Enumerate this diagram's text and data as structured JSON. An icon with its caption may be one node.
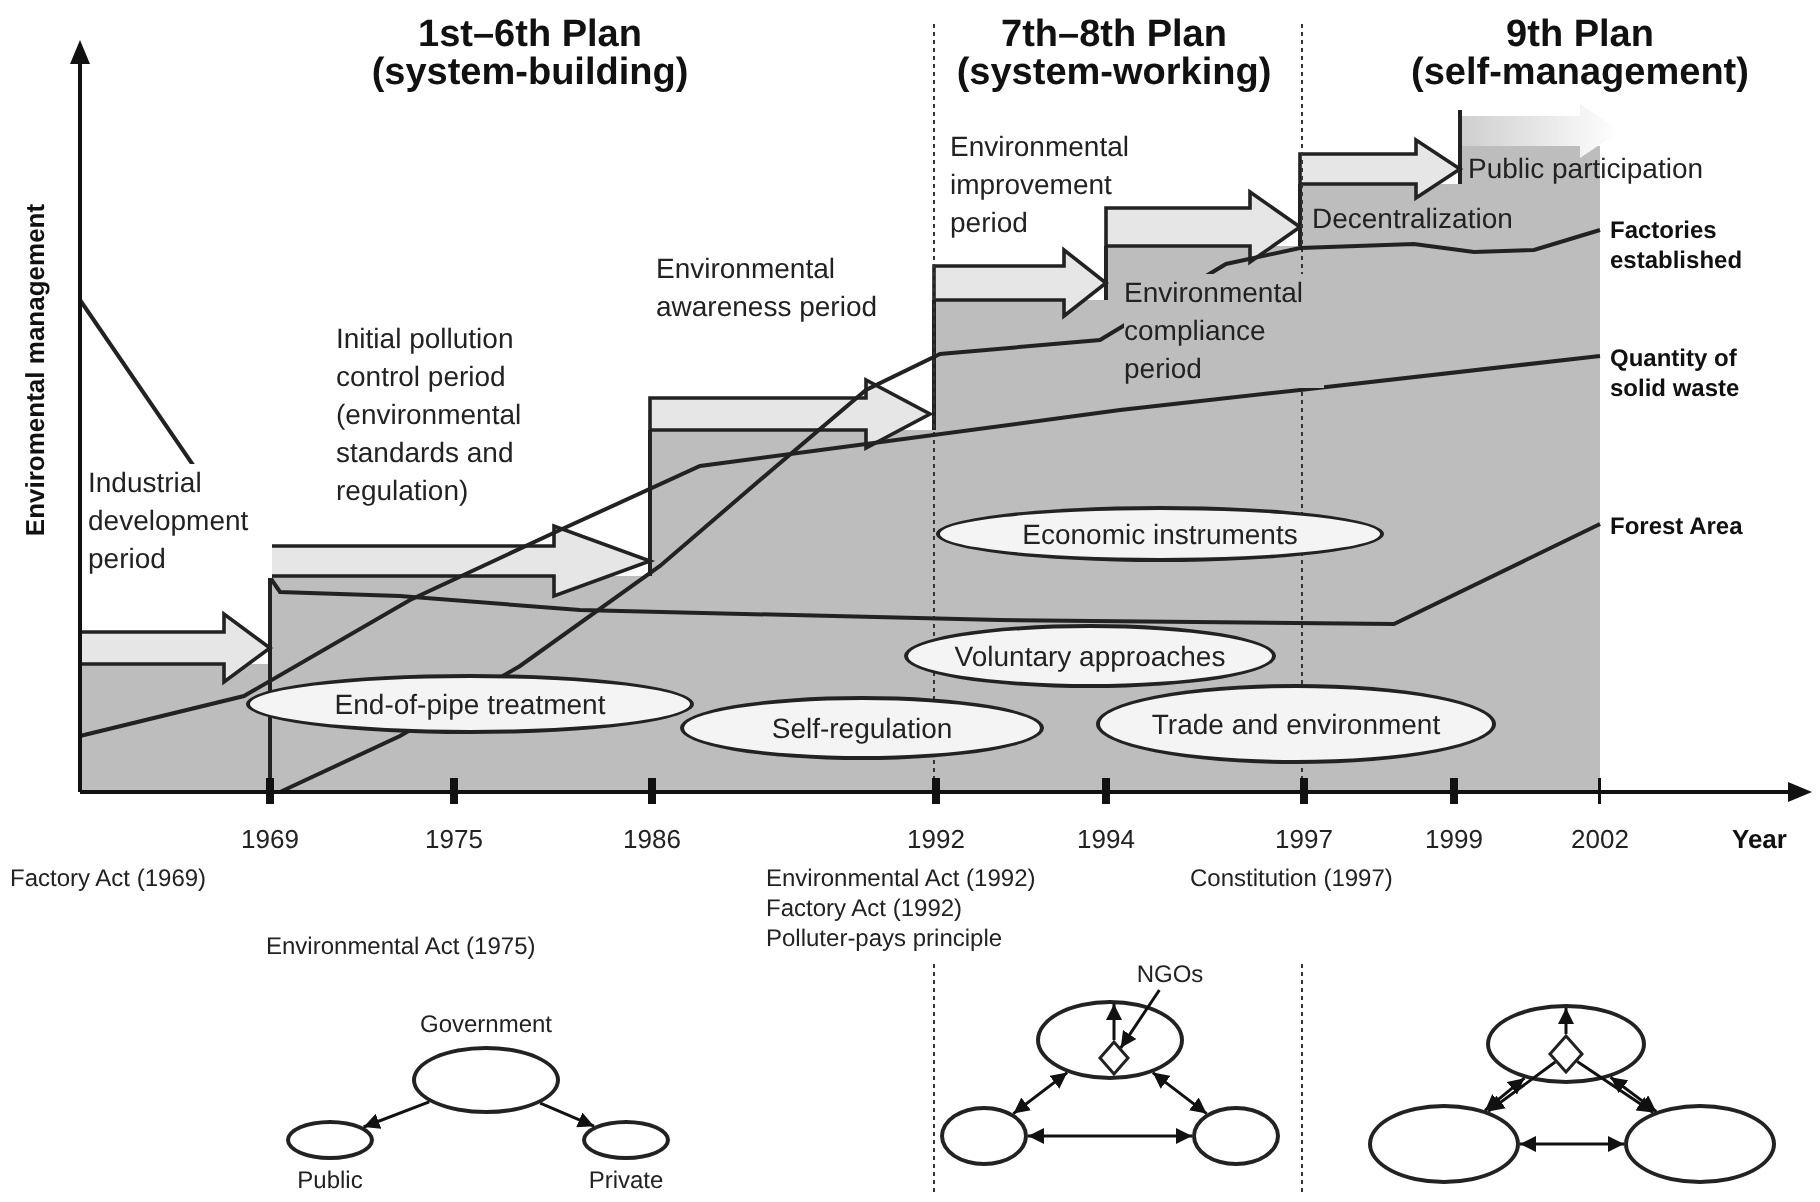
{
  "diagram": {
    "nodes": [
      {
        "text": [
          "End-of-pipe treatment"
        ]
      },
      {
        "text": [
          "Self-regulation"
        ]
      },
      {
        "text": [
          "Economic instruments"
        ]
      },
      {
        "text": [
          "Voluntary approaches"
        ]
      },
      {
        "text": [
          "Trade and environment"
        ]
      },
      {
        "text": [
          "Government"
        ]
      },
      {
        "text": [
          "Public"
        ]
      },
      {
        "text": [
          "Private"
        ]
      },
      {
        "text": [],
        "shape": "ellipse"
      },
      {
        "text": [],
        "shape": "diamond",
        "in": 8
      },
      {
        "text": [],
        "shape": "ellipse"
      },
      {
        "text": [],
        "shape": "ellipse"
      },
      {
        "text": [
          "NGOs"
        ]
      },
      {
        "text": [],
        "shape": "ellipse"
      },
      {
        "text": [],
        "shape": "diamond",
        "in": 13
      },
      {
        "text": [],
        "shape": "ellipse"
      },
      {
        "text": [],
        "shape": "ellipse"
      }
    ],
    "edges": [
      {
        "from": 5,
        "to": 6,
        "arrow": "to"
      },
      {
        "from": 5,
        "to": 7,
        "arrow": "to"
      },
      {
        "from": 8,
        "to": 10,
        "arrow": "both"
      },
      {
        "from": 8,
        "to": 11,
        "arrow": "both"
      },
      {
        "from": 10,
        "to": 11,
        "arrow": "both"
      },
      {
        "from": 9,
        "to": 8,
        "arrow": "to"
      },
      {
        "from": 12,
        "to": 9,
        "arrow": "to"
      },
      {
        "from": 13,
        "to": 15,
        "arrow": "both"
      },
      {
        "from": 13,
        "to": 16,
        "arrow": "both"
      },
      {
        "from": 15,
        "to": 16,
        "arrow": "both"
      },
      {
        "from": 14,
        "to": 13,
        "arrow": "to"
      },
      {
        "from": 14,
        "to": 15,
        "arrow": "to"
      },
      {
        "from": 14,
        "to": 16,
        "arrow": "to"
      }
    ],
    "labels": [
      "1st–6th Plan (system-building)",
      "7th–8th Plan (system-working)",
      "9th Plan (self-management)",
      "Enviromental management",
      "Industrial development period",
      "Initial pollution control period (environmental standards and regulation)",
      "Environmental awareness period",
      "Environmental improvement period",
      "Public participation",
      "Decentralization",
      "Factories established",
      "Environmental compliance period",
      "Quantity of solid waste",
      "Forest Area",
      "1969",
      "1975",
      "1986",
      "1992",
      "1994",
      "1997",
      "1999",
      "2002",
      "Year",
      "Factory Act (1969)",
      "Environmental Act (1992)",
      "Factory Act (1992)",
      "Polluter-pays principle",
      "Constitution (1997)",
      "Environmental Act (1975)"
    ]
  }
}
